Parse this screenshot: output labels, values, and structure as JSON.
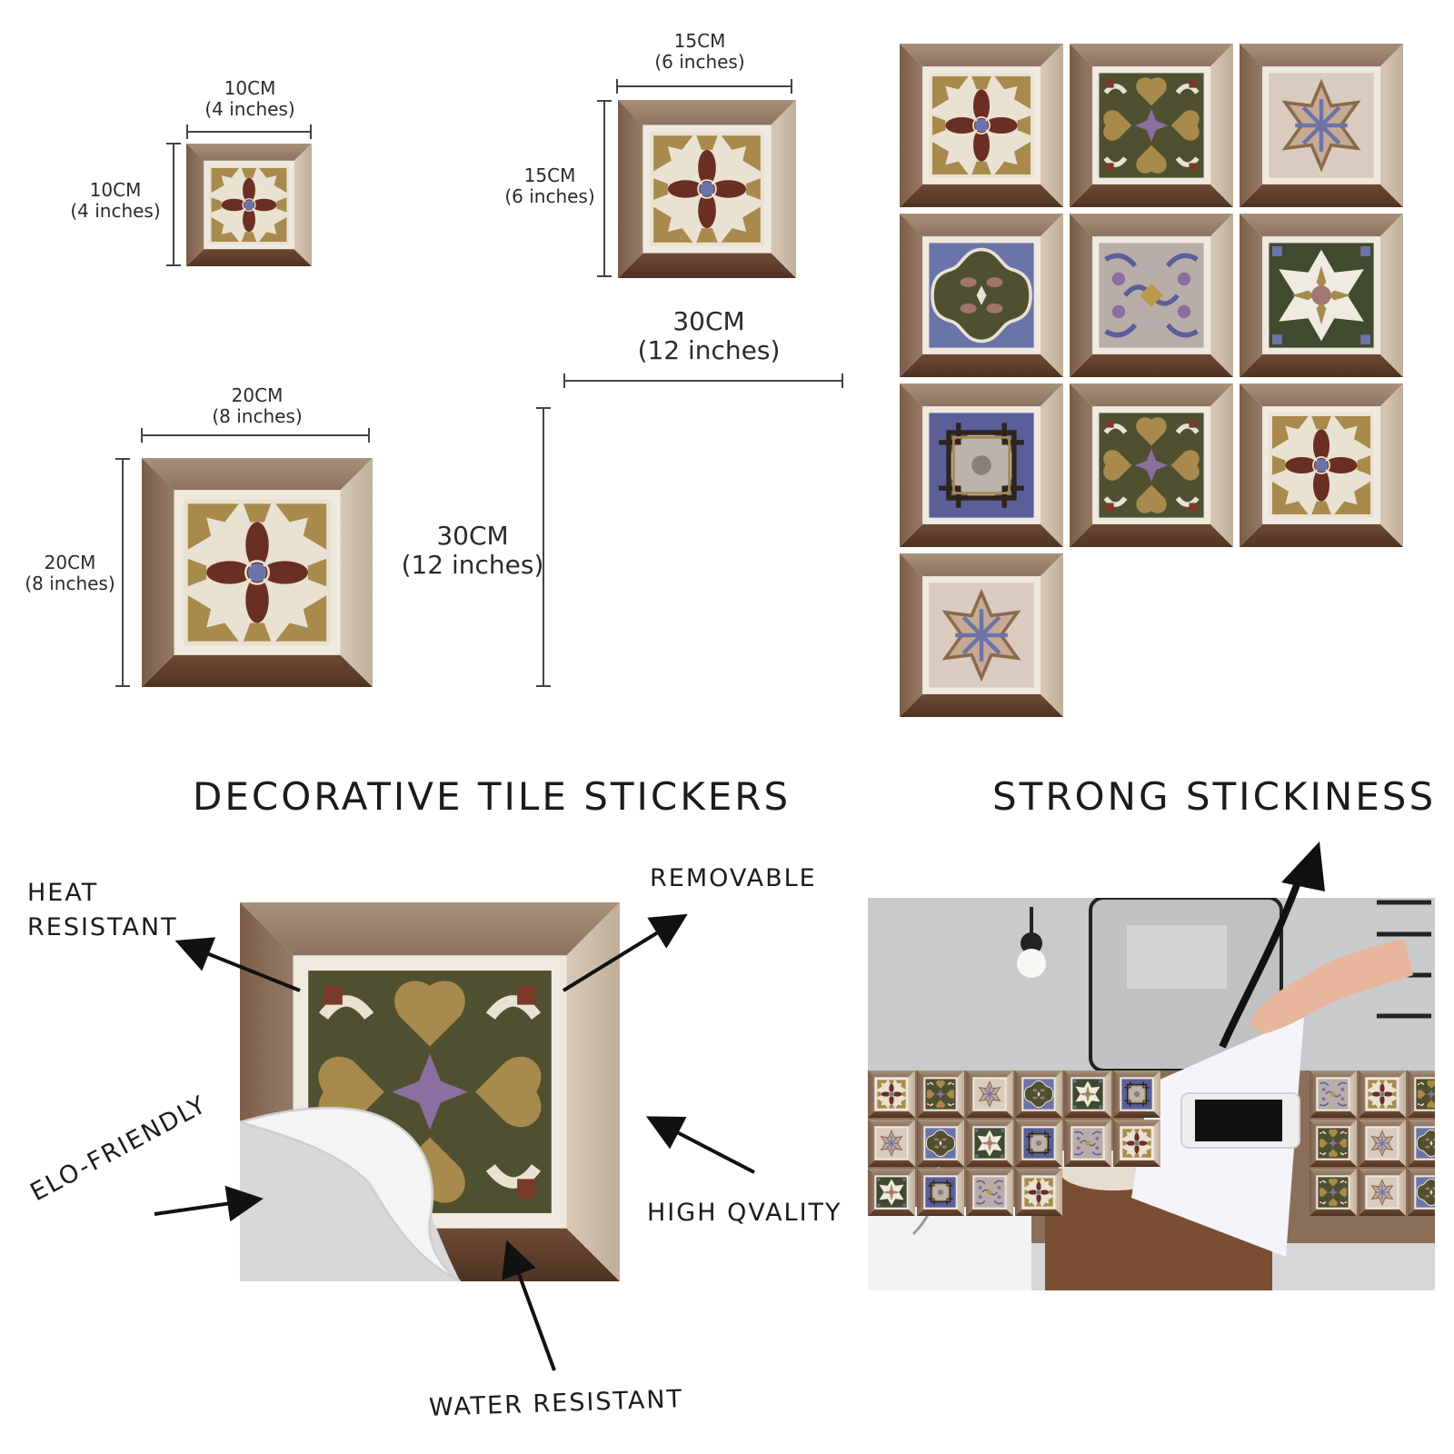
{
  "sizes": {
    "small": {
      "w_cm": "10CM",
      "w_in": "(4 inches)",
      "h_cm": "10CM",
      "h_in": "(4 inches)"
    },
    "medium": {
      "w_cm": "15CM",
      "w_in": "(6 inches)",
      "h_cm": "15CM",
      "h_in": "(6 inches)"
    },
    "large": {
      "w_cm": "20CM",
      "w_in": "(8 inches)",
      "h_cm": "20CM",
      "h_in": "(8 inches)"
    },
    "panel": {
      "w_cm": "30CM",
      "w_in": "(12 inches)",
      "h_cm": "30CM",
      "h_in": "(12 inches)"
    }
  },
  "headings": {
    "left": "DECORATIVE TILE STICKERS",
    "right": "STRONG STICKINESS"
  },
  "features": {
    "heat_line1": "HEAT",
    "heat_line2": "RESISTANT",
    "removable": "REMOVABLE",
    "eco": "ELO-FRIENDLY",
    "quality": "HIGH QVALITY",
    "water": "WATER RESISTANT"
  },
  "colors": {
    "frame_dark": "#6b4a36",
    "frame_light": "#c9b8a4",
    "inner_border": "#efe9df",
    "ochre": "#a88a4c",
    "brown": "#6a2f22",
    "olive": "#4f5030",
    "blue": "#6b74a8"
  },
  "icons": [
    "arrow-icon"
  ]
}
